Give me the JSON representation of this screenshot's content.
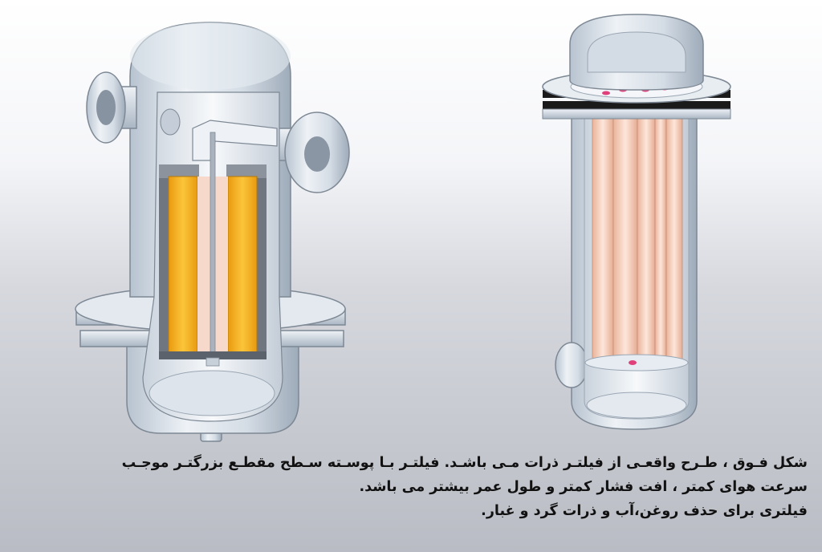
{
  "caption": {
    "line1": "شکل فـوق ، طـرح واقعـی از فیلتـر ذرات مـی باشـد. فیلتـر بـا پوسـته سـطح مقطـع بزرگتـر موجـب",
    "line2": "سرعت هوای کمتر ، افت فشار کمتر و طول عمر بیشتر می باشد.",
    "line3": "فیلتری برای حذف روغن،آب و ذرات گرد و غبار."
  },
  "colors": {
    "housing": "#d9e1ea",
    "housing_shadow": "#a8b4c2",
    "filter_element": "#f5b21c",
    "cartridge": "#f7d0bd",
    "cartridge_holes": "#e0407a",
    "flange_gasket": "#1a1a1a"
  }
}
